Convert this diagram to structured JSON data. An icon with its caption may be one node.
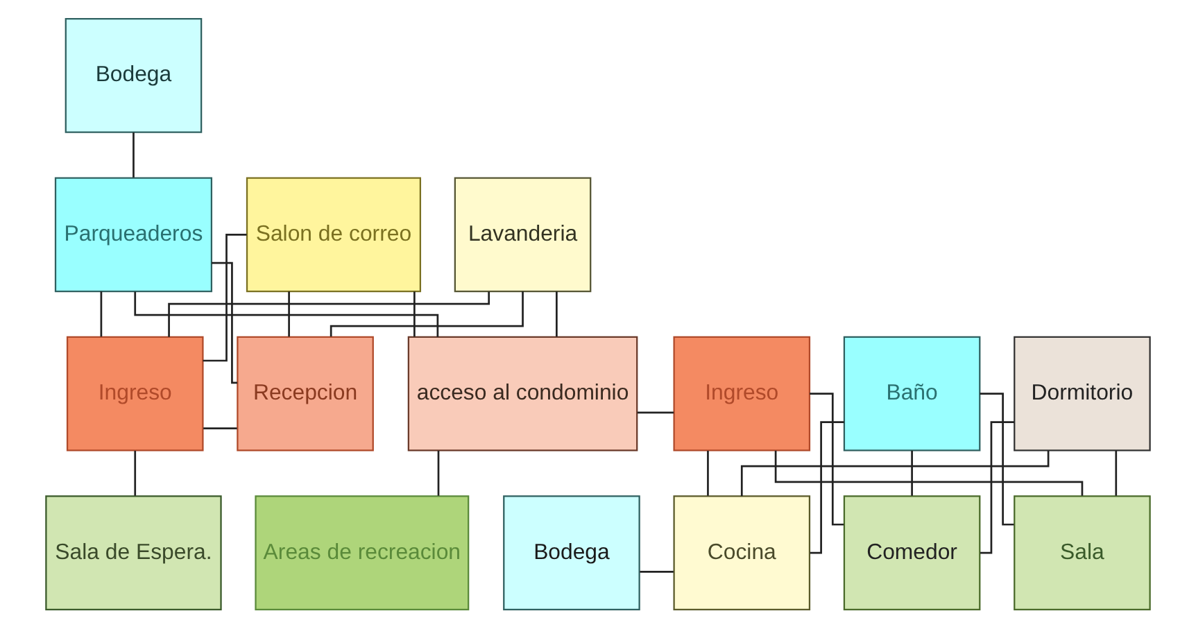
{
  "diagram": {
    "nodes": [
      {
        "text": [
          "Bodega"
        ]
      },
      {
        "text": [
          "Parqueaderos"
        ]
      },
      {
        "text": [
          "Salon de correo"
        ]
      },
      {
        "text": [
          "Lavanderia"
        ]
      },
      {
        "text": [
          "Ingreso"
        ]
      },
      {
        "text": [
          "Recepcion"
        ]
      },
      {
        "text": [
          "acceso al condominio"
        ]
      },
      {
        "text": [
          "Ingreso"
        ]
      },
      {
        "text": [
          "Baño"
        ]
      },
      {
        "text": [
          "Dormitorio"
        ]
      },
      {
        "text": [
          "Sala de Espera."
        ]
      },
      {
        "text": [
          "Areas de recreacion"
        ]
      },
      {
        "text": [
          "Bodega"
        ]
      },
      {
        "text": [
          "Cocina"
        ]
      },
      {
        "text": [
          "Comedor"
        ]
      },
      {
        "text": [
          "Sala"
        ]
      }
    ],
    "edges": [
      {
        "from": 0,
        "to": 1,
        "arrow": "none"
      },
      {
        "from": 1,
        "to": 4,
        "arrow": "none"
      },
      {
        "from": 1,
        "to": 5,
        "arrow": "none"
      },
      {
        "from": 1,
        "to": 6,
        "arrow": "none"
      },
      {
        "from": 2,
        "to": 4,
        "arrow": "none"
      },
      {
        "from": 2,
        "to": 5,
        "arrow": "none"
      },
      {
        "from": 2,
        "to": 6,
        "arrow": "none"
      },
      {
        "from": 3,
        "to": 4,
        "arrow": "none"
      },
      {
        "from": 3,
        "to": 5,
        "arrow": "none"
      },
      {
        "from": 3,
        "to": 6,
        "arrow": "none"
      },
      {
        "from": 4,
        "to": 5,
        "arrow": "none"
      },
      {
        "from": 4,
        "to": 10,
        "arrow": "none"
      },
      {
        "from": 6,
        "to": 11,
        "arrow": "none"
      },
      {
        "from": 6,
        "to": 7,
        "arrow": "none"
      },
      {
        "from": 7,
        "to": 13,
        "arrow": "none"
      },
      {
        "from": 7,
        "to": 14,
        "arrow": "none"
      },
      {
        "from": 7,
        "to": 15,
        "arrow": "none"
      },
      {
        "from": 8,
        "to": 13,
        "arrow": "none"
      },
      {
        "from": 8,
        "to": 14,
        "arrow": "none"
      },
      {
        "from": 8,
        "to": 15,
        "arrow": "none"
      },
      {
        "from": 9,
        "to": 13,
        "arrow": "none"
      },
      {
        "from": 9,
        "to": 14,
        "arrow": "none"
      },
      {
        "from": 9,
        "to": 15,
        "arrow": "none"
      },
      {
        "from": 12,
        "to": 13,
        "arrow": "none"
      }
    ]
  }
}
